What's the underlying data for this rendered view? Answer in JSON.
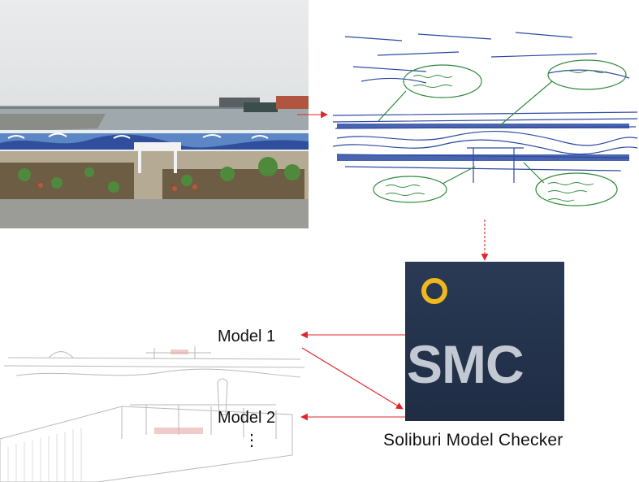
{
  "smc_logo": {
    "text": "SMC",
    "ring_color": "#f0b81a",
    "tile_color": "#25344e"
  },
  "caption": "Soliburi Model Checker",
  "models": {
    "model1": "Model 1",
    "model2": "Model 2",
    "more": "⋮"
  },
  "colors": {
    "arrow": "#e0242b",
    "sketch_blue": "#2c4aa3",
    "note_green": "#2f8a3a"
  }
}
